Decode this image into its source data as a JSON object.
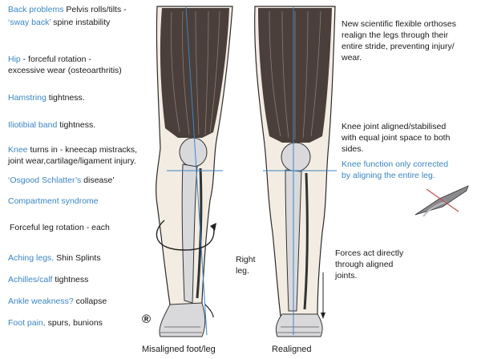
{
  "left_labels": [
    {
      "blue": "Back problems",
      "dark": " Pelvis rolls/tilts -"
    },
    {
      "blue": "‘sway back’",
      "dark": " spine instability"
    },
    {
      "blue": "Hip",
      "dark": " - forceful rotation -"
    },
    {
      "blue": "",
      "dark": "excessive wear (osteoarthritis)"
    },
    {
      "blue": "Hamstring",
      "dark": " tightness."
    },
    {
      "blue": "Iliotibial band",
      "dark": " tightness."
    },
    {
      "blue": "Knee",
      "dark": " turns in - kneecap mistracks,"
    },
    {
      "blue": "",
      "dark": "joint wear,cartilage/ligament injury."
    },
    {
      "blue": "‘Osgood Schlatter’s",
      "dark": " disease’"
    },
    {
      "blue": "Compartment syndrome",
      "dark": ""
    },
    {
      "blue": "",
      "dark": "Forceful leg rotation - each"
    },
    {
      "blue": "Aching legs,",
      "dark": " Shin Splints"
    },
    {
      "blue": "Achilles/calf",
      "dark": " tightness"
    },
    {
      "blue": "Ankle weakness?",
      "dark": " collapse"
    },
    {
      "blue": "Foot pain,",
      "dark": " spurs, bunions"
    }
  ],
  "right_text": {
    "orthoses_lines": [
      "New scientific flexible orthoses",
      "realign the legs through their",
      "entire stride, preventing injury/",
      "wear."
    ],
    "knee_lines": [
      "Knee joint aligned/stabilised",
      "with equal joint space to both",
      "sides."
    ],
    "knee_blue_lines": [
      "Knee function only corrected",
      "by aligning the entire leg."
    ],
    "forces_lines": [
      "Forces act directly",
      "through aligned",
      "joints."
    ]
  },
  "center_text": {
    "right_leg_lines": [
      "Right",
      "leg."
    ],
    "registered_mark": "®"
  },
  "captions": {
    "left_leg": "Misaligned foot/leg",
    "right_leg": "Realigned"
  },
  "colors": {
    "blue": "#3a86c8",
    "text": "#1a1a1a",
    "muscle": "#4a3f3a",
    "skin": "#f3ece2",
    "bone": "#d9d9dc"
  }
}
